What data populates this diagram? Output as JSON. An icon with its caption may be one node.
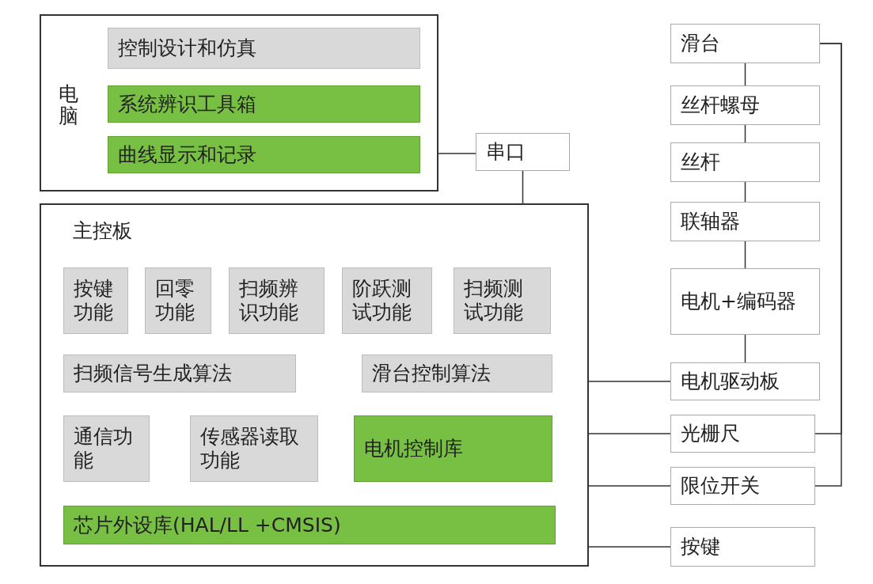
{
  "diagram": {
    "nodes": [
      {
        "text": [
          "电脑"
        ]
      },
      {
        "text": [
          "控制设计和仿真"
        ],
        "in": 0
      },
      {
        "text": [
          "系统辨识工具箱"
        ],
        "in": 0
      },
      {
        "text": [
          "曲线显示和记录"
        ],
        "in": 0
      },
      {
        "text": [
          "串口"
        ]
      },
      {
        "text": [
          "主控板"
        ]
      },
      {
        "text": [
          "按键功能"
        ],
        "in": 5
      },
      {
        "text": [
          "回零功能"
        ],
        "in": 5
      },
      {
        "text": [
          "扫频辨识功能"
        ],
        "in": 5
      },
      {
        "text": [
          "阶跃测试功能"
        ],
        "in": 5
      },
      {
        "text": [
          "扫频测试功能"
        ],
        "in": 5
      },
      {
        "text": [
          "扫频信号生成算法"
        ],
        "in": 5
      },
      {
        "text": [
          "滑台控制算法"
        ],
        "in": 5
      },
      {
        "text": [
          "通信功能"
        ],
        "in": 5
      },
      {
        "text": [
          "传感器读取功能"
        ],
        "in": 5
      },
      {
        "text": [
          "电机控制库"
        ],
        "in": 5
      },
      {
        "text": [
          "芯片外设库(HAL/LL +CMSIS)"
        ],
        "in": 5
      },
      {
        "text": [
          "滑台"
        ]
      },
      {
        "text": [
          "丝杆螺母"
        ]
      },
      {
        "text": [
          "丝杆"
        ]
      },
      {
        "text": [
          "联轴器"
        ]
      },
      {
        "text": [
          "电机+编码器"
        ]
      },
      {
        "text": [
          "电机驱动板"
        ]
      },
      {
        "text": [
          "光栅尺"
        ]
      },
      {
        "text": [
          "限位开关"
        ]
      },
      {
        "text": [
          "按键"
        ]
      }
    ],
    "edges": [
      {
        "from": 3,
        "to": 4,
        "arrow": "none"
      },
      {
        "from": 4,
        "to": 5,
        "arrow": "none"
      },
      {
        "from": 17,
        "to": 18,
        "arrow": "none"
      },
      {
        "from": 18,
        "to": 19,
        "arrow": "none"
      },
      {
        "from": 19,
        "to": 20,
        "arrow": "none"
      },
      {
        "from": 20,
        "to": 21,
        "arrow": "none"
      },
      {
        "from": 21,
        "to": 22,
        "arrow": "none"
      },
      {
        "from": 5,
        "to": 22,
        "arrow": "none"
      },
      {
        "from": 5,
        "to": 23,
        "arrow": "none"
      },
      {
        "from": 5,
        "to": 24,
        "arrow": "none"
      },
      {
        "from": 5,
        "to": 25,
        "arrow": "none"
      },
      {
        "from": 17,
        "to": 23,
        "arrow": "none"
      },
      {
        "from": 17,
        "to": 24,
        "arrow": "none"
      }
    ]
  }
}
